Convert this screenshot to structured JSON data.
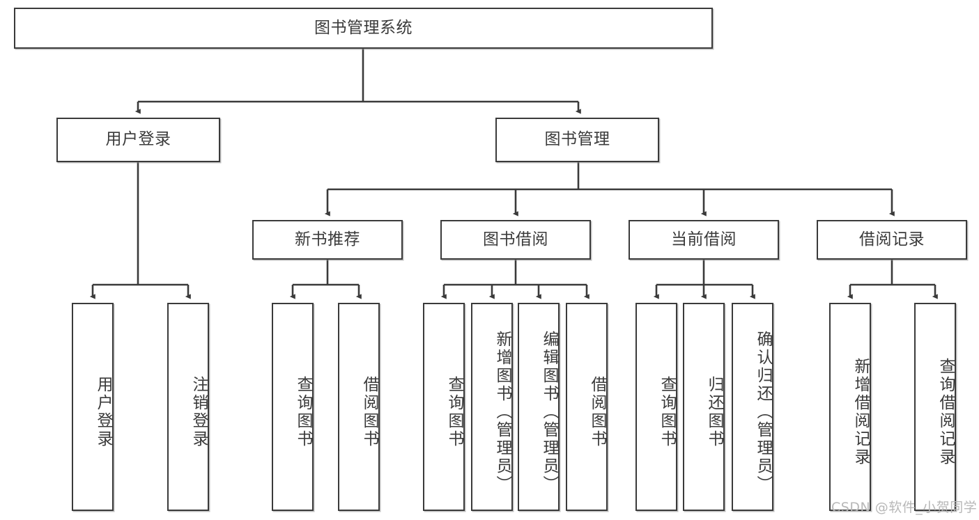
{
  "diagram": {
    "type": "tree-hierarchy-chart",
    "title": "图书管理系统",
    "line_color": "#3a3a3a",
    "box_fill": "#ffffff",
    "text_color": "#3a3a3a",
    "watermark": "CSDN @软件_小贺同学",
    "levels": {
      "root": {
        "label": "图书管理系统"
      },
      "level2": [
        {
          "label": "用户登录"
        },
        {
          "label": "图书管理"
        }
      ],
      "level3": [
        {
          "label": "新书推荐"
        },
        {
          "label": "图书借阅"
        },
        {
          "label": "当前借阅"
        },
        {
          "label": "借阅记录"
        }
      ],
      "leaves": {
        "user_login": [
          {
            "label": "用户登录"
          },
          {
            "label": "注销登录"
          }
        ],
        "new_book_recommend": [
          {
            "label": "查询图书"
          },
          {
            "label": "借阅图书"
          }
        ],
        "book_borrow": [
          {
            "label": "查询图书"
          },
          {
            "label": "新增图书（管理员）"
          },
          {
            "label": "编辑图书（管理员）"
          },
          {
            "label": "借阅图书"
          }
        ],
        "current_borrow": [
          {
            "label": "查询图书"
          },
          {
            "label": "归还图书"
          },
          {
            "label": "确认归还（管理员）"
          }
        ],
        "borrow_record": [
          {
            "label": "新增借阅记录"
          },
          {
            "label": "查询借阅记录"
          }
        ]
      }
    }
  }
}
